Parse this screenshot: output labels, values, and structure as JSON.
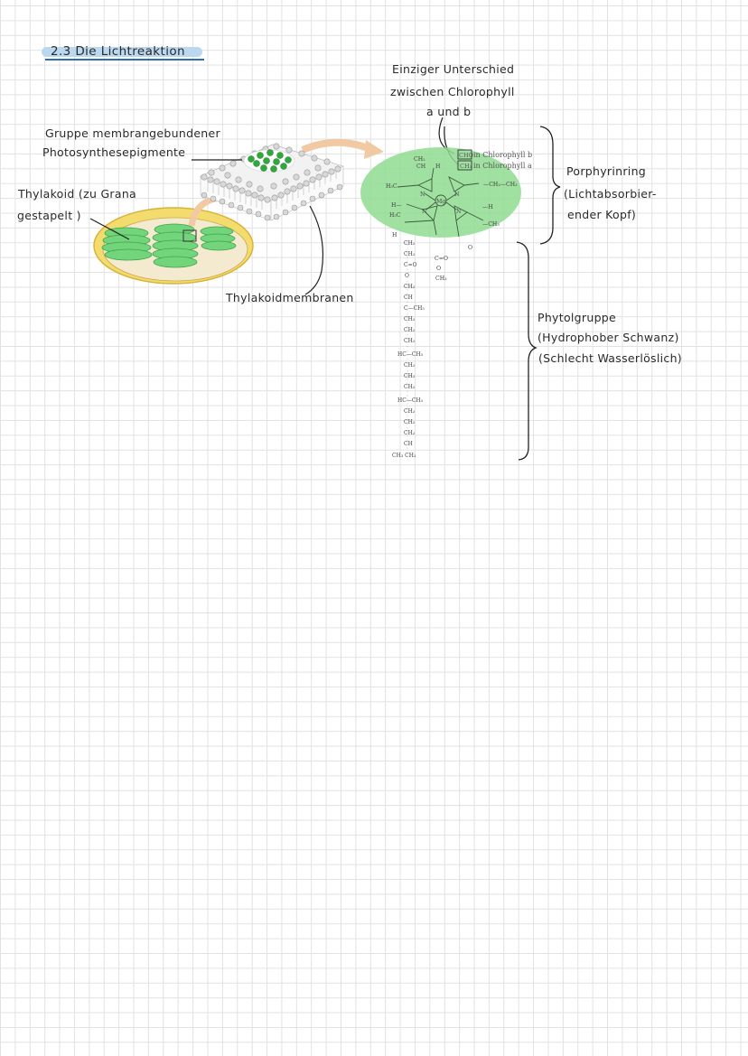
{
  "title": "2.3 Die Lichtreaktion",
  "labels": {
    "pigment_group_1": "Gruppe membrangebundener",
    "pigment_group_2": "Photosynthesepigmente",
    "thylakoid_1": "Thylakoid (zu Grana",
    "thylakoid_2": "gestapelt )",
    "membranes": "Thylakoidmembranen",
    "difference_1": "Einziger Unterschied",
    "difference_2": "zwischen Chlorophyll",
    "difference_3": "a und b",
    "porphyrin_1": "Porphyrinring",
    "porphyrin_2": "(Lichtabsorbier-",
    "porphyrin_3": "ender Kopf)",
    "phytol_1": "Phytolgruppe",
    "phytol_2": "(Hydrophober Schwanz)",
    "phytol_3": "(Schlecht Wasserlöslich)"
  },
  "molecule": {
    "chl_b_group": "CHO",
    "chl_b_label": "in Chlorophyll b",
    "chl_a_group": "CH3",
    "chl_a_label": "in Chlorophyll a",
    "mg": "Mg",
    "ring_atoms": [
      "H3C",
      "CH2",
      "CH3",
      "H",
      "N",
      "N",
      "N",
      "N",
      "H",
      "H3C",
      "CH3",
      "H",
      "O",
      "O",
      "CH3",
      "C=O"
    ],
    "tail_atoms": [
      "CH2",
      "CH2",
      "C=O",
      "O",
      "CH2",
      "CH",
      "C-CH3",
      "CH2",
      "CH2",
      "CH2",
      "HC-CH3",
      "CH2",
      "CH2",
      "CH2",
      "HC-CH3",
      "CH2",
      "CH2",
      "CH2",
      "CH",
      "CH3 CH3"
    ]
  },
  "colors": {
    "highlight": "#bcd8ee",
    "underline": "#2a6fb3",
    "chlorophyll_green": "#79d67f",
    "arrow_peach": "#f1c9a3",
    "chloroplast_outer": "#f0d96a"
  }
}
